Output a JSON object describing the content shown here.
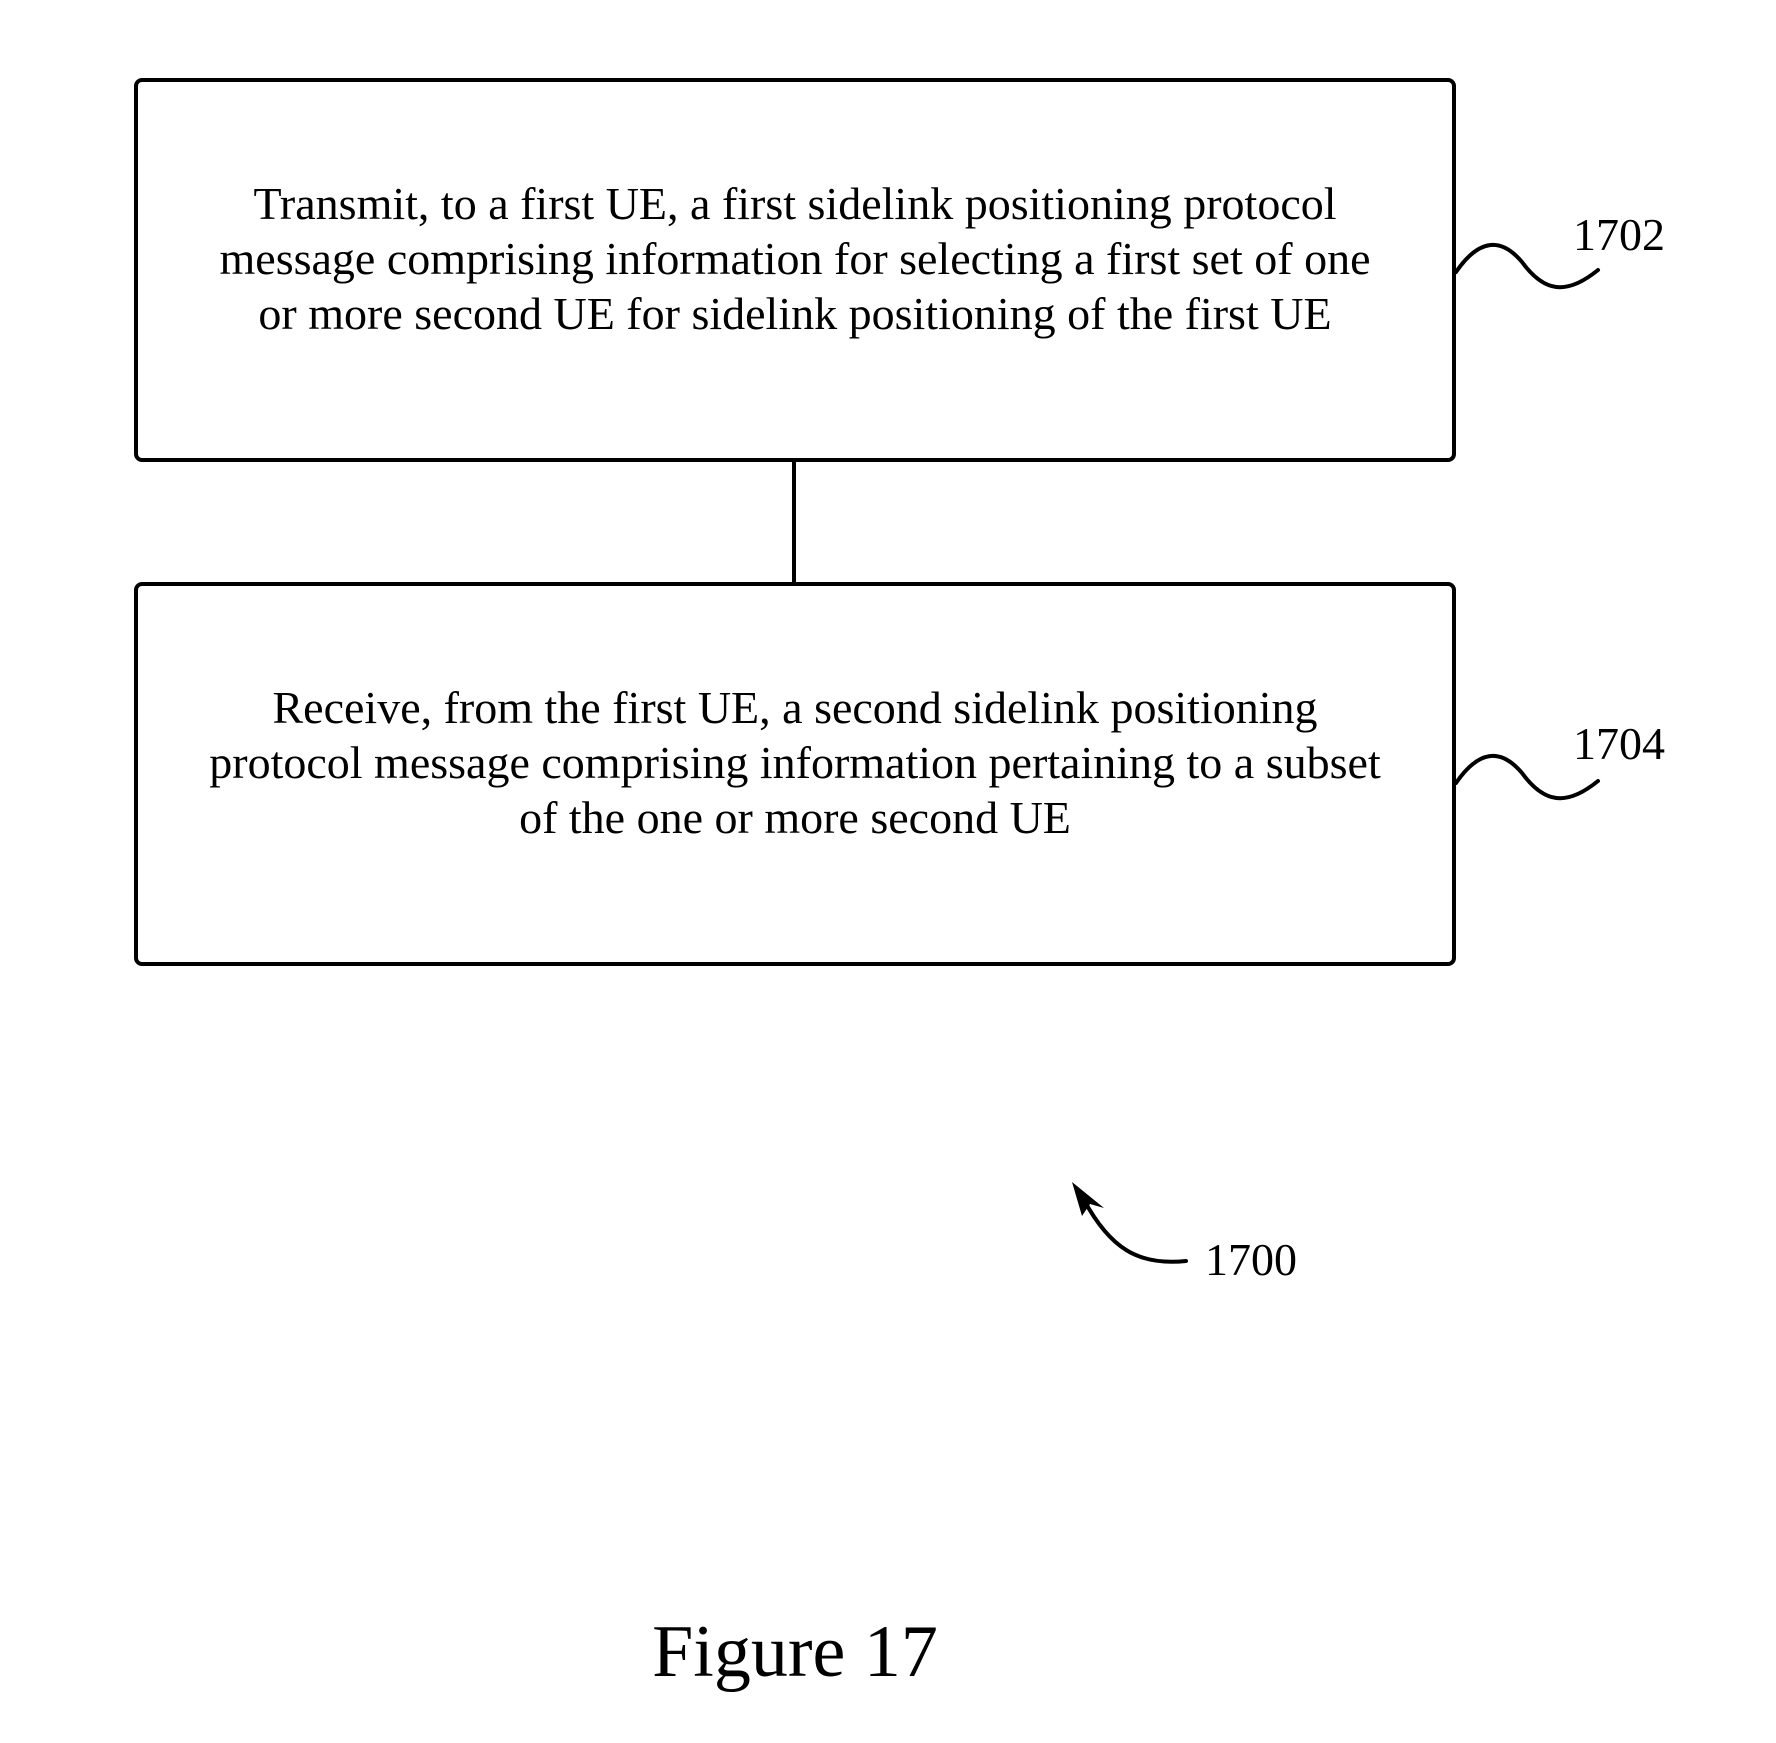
{
  "steps": [
    {
      "ref": "1702",
      "text": "Transmit, to a first UE, a first sidelink positioning protocol\nmessage comprising information for selecting a first set of one\nor more second UE for sidelink positioning of the first UE"
    },
    {
      "ref": "1704",
      "text": "Receive, from the first UE, a second sidelink positioning\nprotocol message comprising information pertaining to a subset\nof the one or more second UE"
    }
  ],
  "diagram_ref": "1700",
  "figure_title": "Figure 17"
}
